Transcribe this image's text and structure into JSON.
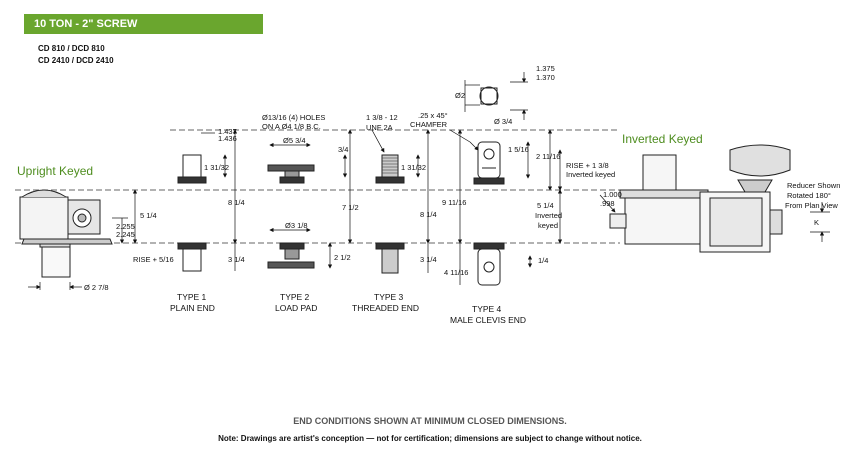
{
  "title": "10 TON - 2\" SCREW",
  "models": [
    "CD 810 / DCD 810",
    "CD 2410 / DCD 2410"
  ],
  "labels": {
    "upright": "Upright Keyed",
    "inverted": "Inverted Keyed"
  },
  "types": {
    "t1": [
      "TYPE 1",
      "PLAIN END"
    ],
    "t2": [
      "TYPE 2",
      "LOAD PAD"
    ],
    "t3": [
      "TYPE 3",
      "THREADED END"
    ],
    "t4": [
      "TYPE 4",
      "MALE CLEVIS END"
    ]
  },
  "dims": {
    "d1437": "1.437",
    "d1436": "1.436",
    "d131_32a": "1 31/32",
    "d8_14a": "8 1/4",
    "rise516": "RISE + 5/16",
    "d3_14a": "3 1/4",
    "d2_78": "Ø 2 7/8",
    "d5_14a": "5 1/4",
    "d2255": "2.255",
    "d2245": "2.245",
    "holes1": "Ø13/16 (4) HOLES",
    "holes2": "ON A  Ø4 1/8 B.C.",
    "d5_34": "Ø5 3/4",
    "d3_18": "Ø3 1/8",
    "d7_12": "7 1/2",
    "d2_12": "2 1/2",
    "d3_4a": "3/4",
    "thread1": "1 3/8 - 12",
    "thread2": "UNF 2A",
    "d131_32b": "1 31/32",
    "d8_14b": "8 1/4",
    "d3_14b": "3 1/4",
    "chamfer1": ".25 x 45°",
    "chamfer2": "CHAMFER",
    "d3_4b": "Ø 3/4",
    "d1375": "1.375",
    "d1370": "1.370",
    "d2": "Ø2",
    "d1_516": "1 5/16",
    "d2_1116": "2 11/16",
    "d9_1116": "9 11/16",
    "d4_1116": "4 11/16",
    "d1_4": "1/4",
    "rise38a": "RISE + 1 3/8",
    "rise38b": "Inverted keyed",
    "d5_14b": "5 1/4",
    "inv1": "Inverted",
    "inv2": "keyed",
    "d1000": "1.000",
    "d998": ".998",
    "red1": "Reducer Shown",
    "red2": "Rotated 180°",
    "red3": "From Plan View",
    "k": "K"
  },
  "notes": {
    "end_conditions": "END CONDITIONS SHOWN AT MINIMUM CLOSED DIMENSIONS.",
    "disclaimer": "Note: Drawings are artist's conception — not for certification; dimensions are subject to change without notice."
  }
}
